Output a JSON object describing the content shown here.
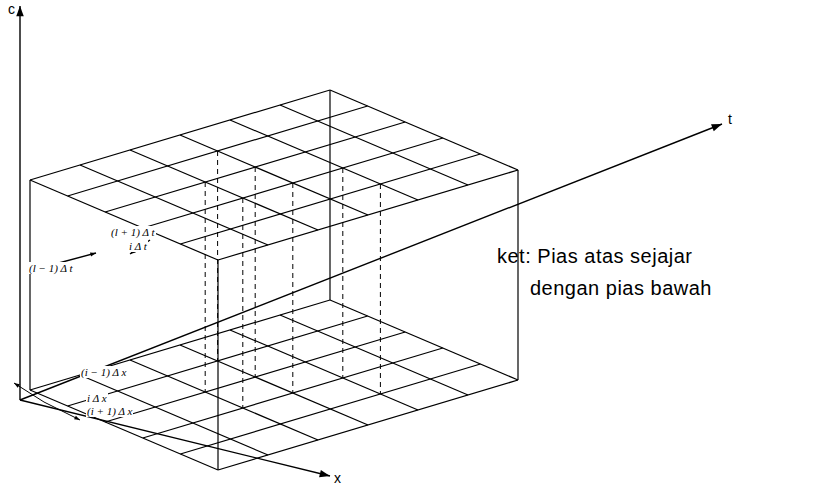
{
  "diagram": {
    "labels": [
      "c",
      "t",
      "x",
      "(l + 1) Δ t",
      "i Δ t",
      "(l − 1) Δ t",
      "(i − 1) Δ x",
      "i Δ x",
      "(i + 1) Δ x",
      "ket: Pias atas sejajar dengan pias bawah"
    ]
  }
}
